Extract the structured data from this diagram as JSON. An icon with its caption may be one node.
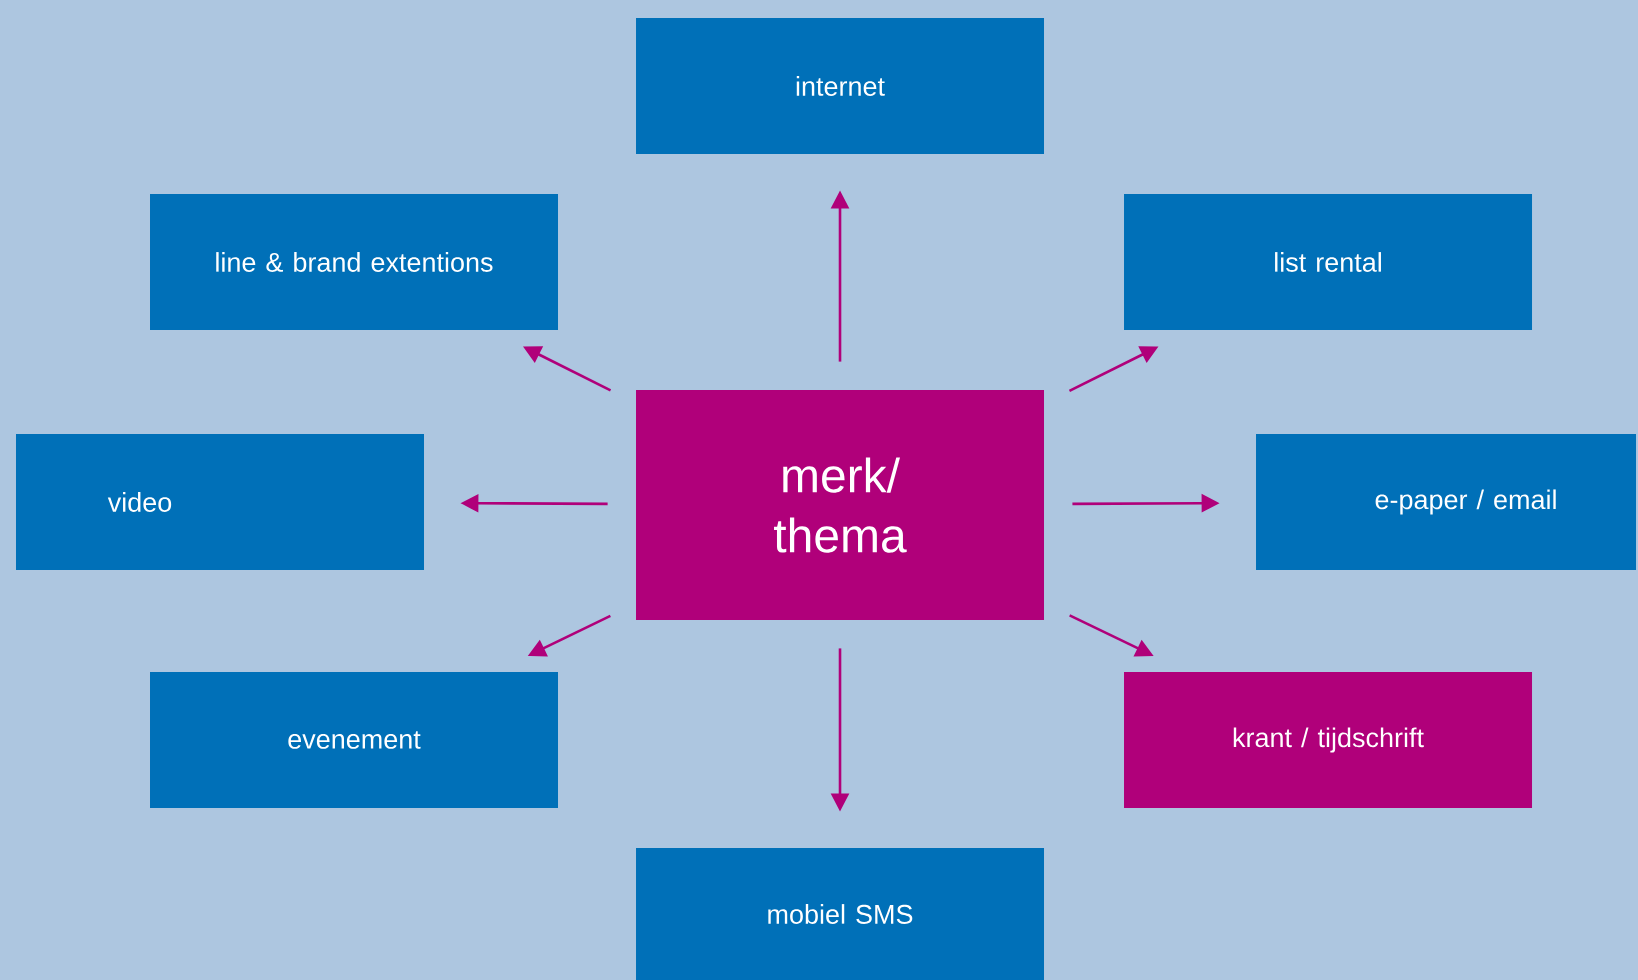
{
  "diagram": {
    "nodes": [
      {
        "text": [
          "internet"
        ]
      },
      {
        "text": [
          "line & brand extentions"
        ]
      },
      {
        "text": [
          "list rental"
        ]
      },
      {
        "text": [
          "video"
        ]
      },
      {
        "text": [
          "merk/ thema"
        ]
      },
      {
        "text": [
          "e-paper / email"
        ]
      },
      {
        "text": [
          "evenement"
        ]
      },
      {
        "text": [
          "krant / tijdschrift"
        ]
      },
      {
        "text": [
          "mobiel SMS"
        ]
      }
    ],
    "edges": [
      {
        "from": 4,
        "to": 0,
        "arrow": "to"
      },
      {
        "from": 4,
        "to": 1,
        "arrow": "to"
      },
      {
        "from": 4,
        "to": 2,
        "arrow": "to"
      },
      {
        "from": 4,
        "to": 3,
        "arrow": "to"
      },
      {
        "from": 4,
        "to": 5,
        "arrow": "to"
      },
      {
        "from": 4,
        "to": 6,
        "arrow": "to"
      },
      {
        "from": 4,
        "to": 7,
        "arrow": "to"
      },
      {
        "from": 4,
        "to": 8,
        "arrow": "to"
      }
    ]
  }
}
